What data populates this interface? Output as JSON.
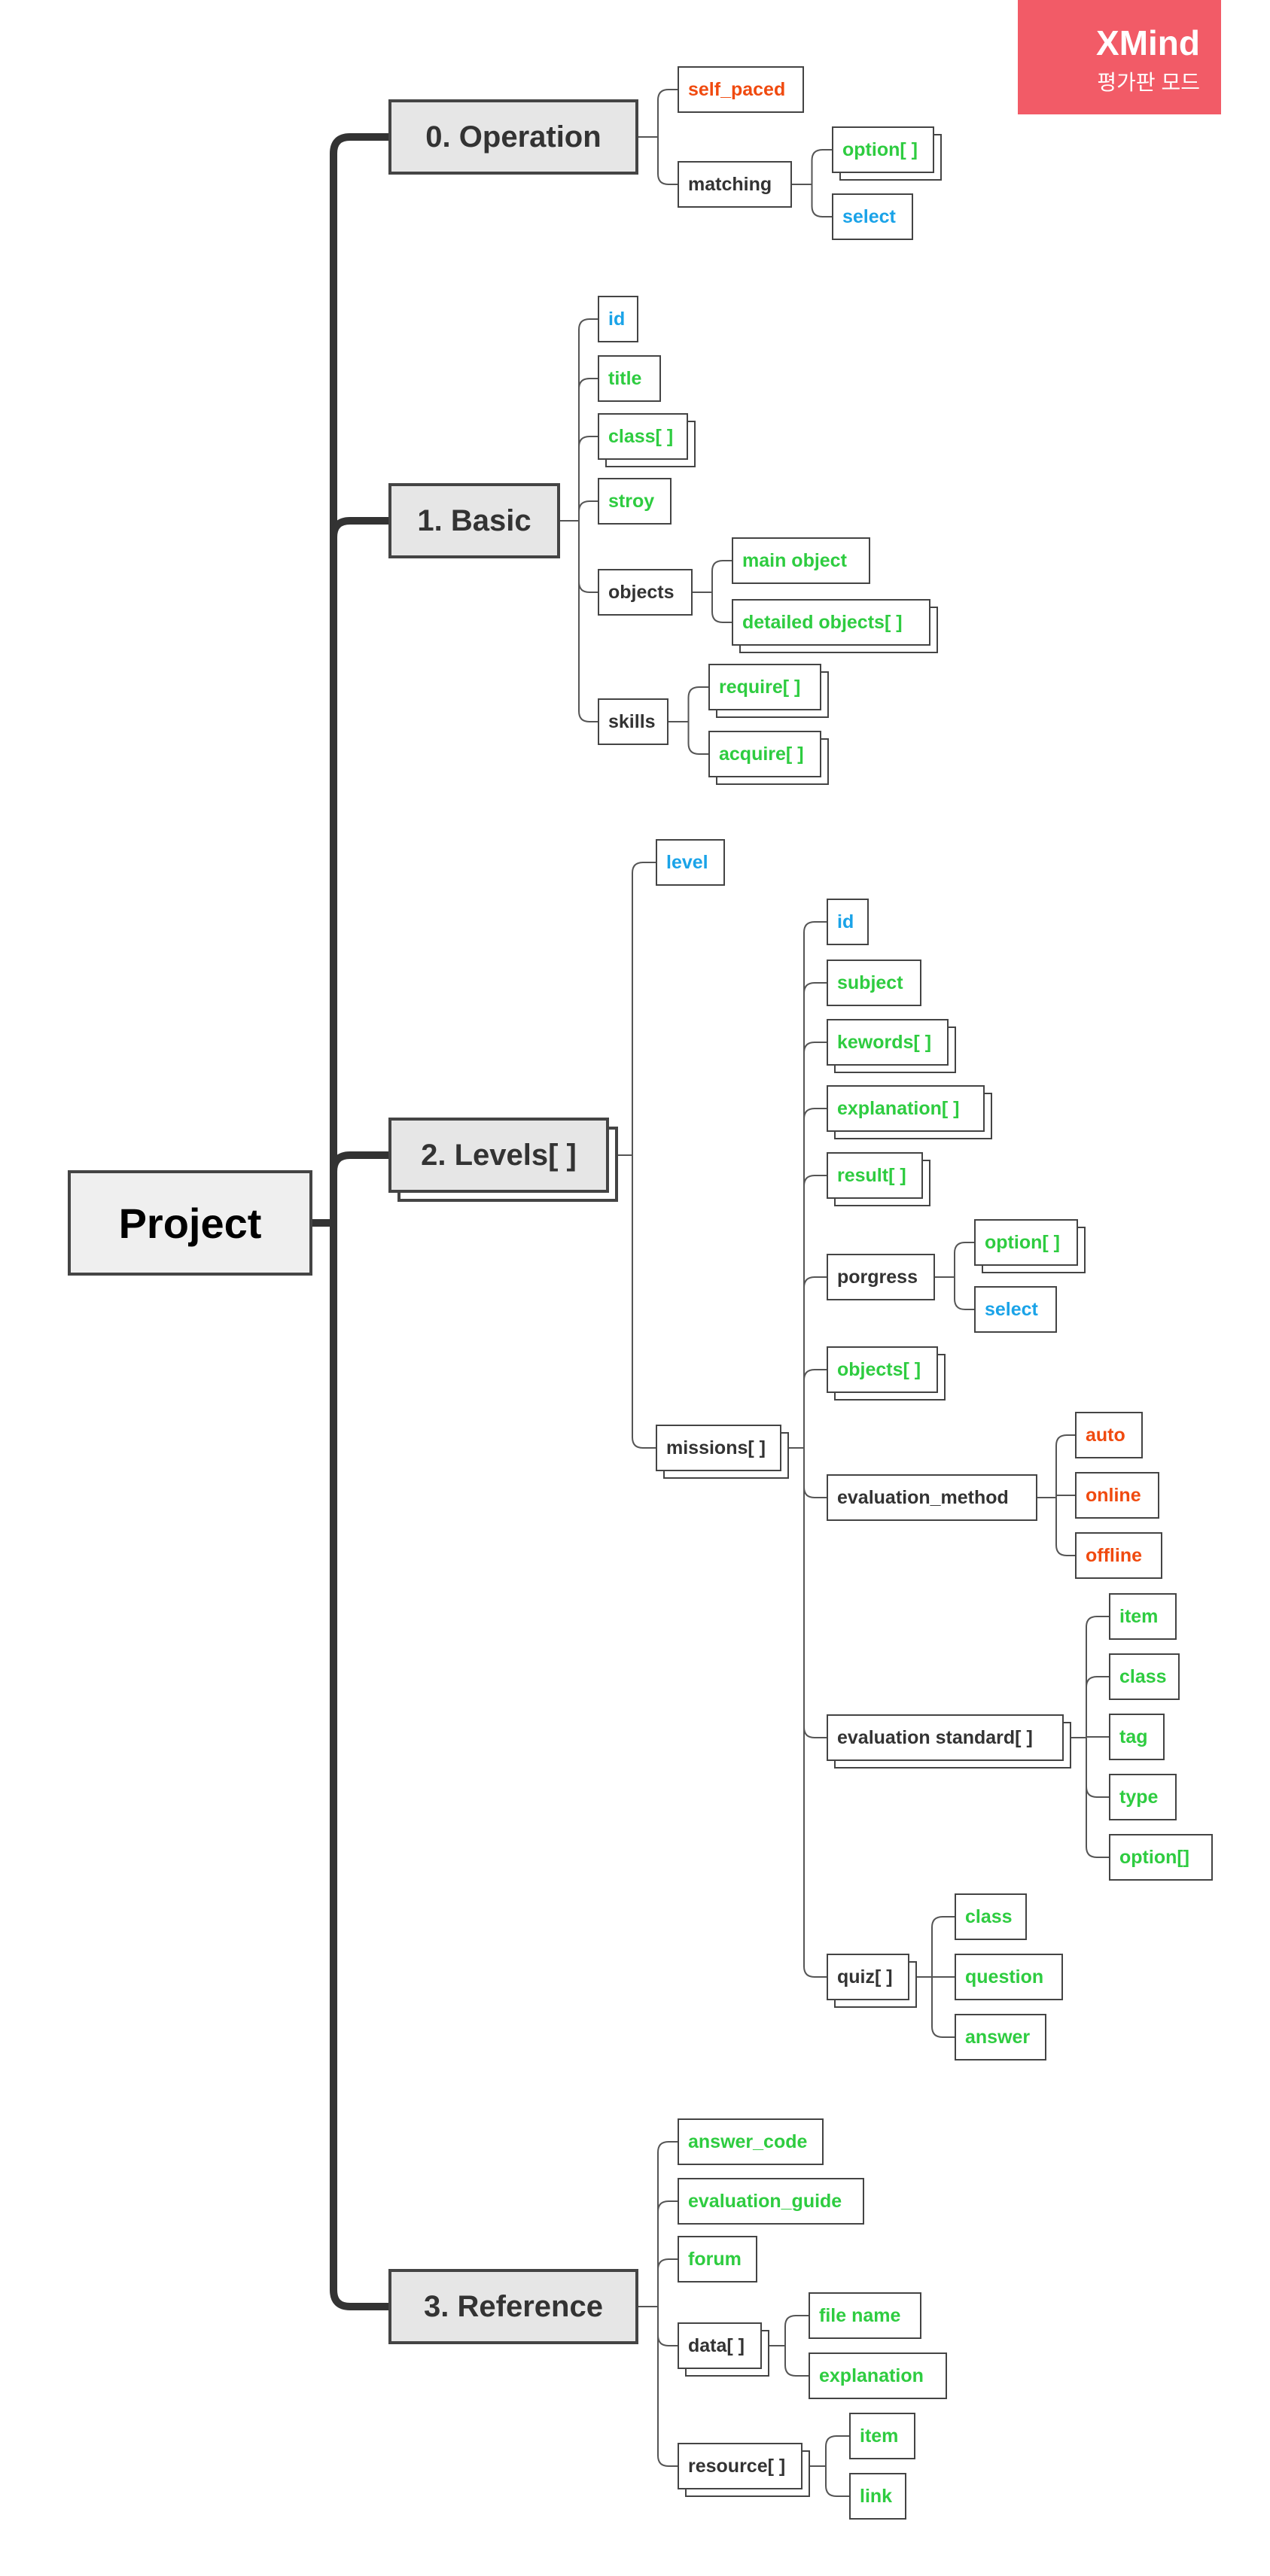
{
  "watermark": {
    "brand": "XMind",
    "mode": "평가판 모드"
  },
  "colors": {
    "green": "#2ecc40",
    "blue": "#1aa3e8",
    "red": "#f04a0f",
    "dark": "#333333",
    "watermark_bg": "#f25b67"
  },
  "root": {
    "label": "Project"
  },
  "branches": [
    {
      "label": "0. Operation",
      "children": [
        {
          "label": "self_paced",
          "color": "red"
        },
        {
          "label": "matching",
          "color": "dark",
          "children": [
            {
              "label": "option[ ]",
              "color": "green"
            },
            {
              "label": "select",
              "color": "blue"
            }
          ]
        }
      ]
    },
    {
      "label": "1. Basic",
      "children": [
        {
          "label": "id",
          "color": "blue"
        },
        {
          "label": "title",
          "color": "green"
        },
        {
          "label": "class[ ]",
          "color": "green"
        },
        {
          "label": "stroy",
          "color": "green"
        },
        {
          "label": "objects",
          "color": "dark",
          "children": [
            {
              "label": "main object",
              "color": "green"
            },
            {
              "label": "detailed objects[ ]",
              "color": "green"
            }
          ]
        },
        {
          "label": "skills",
          "color": "dark",
          "children": [
            {
              "label": "require[ ]",
              "color": "green"
            },
            {
              "label": "acquire[ ]",
              "color": "green"
            }
          ]
        }
      ]
    },
    {
      "label": "2. Levels[ ]",
      "children": [
        {
          "label": "level",
          "color": "blue"
        },
        {
          "label": "missions[ ]",
          "color": "dark",
          "children": [
            {
              "label": "id",
              "color": "blue"
            },
            {
              "label": "subject",
              "color": "green"
            },
            {
              "label": "kewords[ ]",
              "color": "green"
            },
            {
              "label": "explanation[ ]",
              "color": "green"
            },
            {
              "label": "result[ ]",
              "color": "green"
            },
            {
              "label": "porgress",
              "color": "dark",
              "children": [
                {
                  "label": "option[ ]",
                  "color": "green"
                },
                {
                  "label": "select",
                  "color": "blue"
                }
              ]
            },
            {
              "label": "objects[ ]",
              "color": "green"
            },
            {
              "label": "evaluation_method",
              "color": "dark",
              "children": [
                {
                  "label": "auto",
                  "color": "red"
                },
                {
                  "label": "online",
                  "color": "red"
                },
                {
                  "label": "offline",
                  "color": "red"
                }
              ]
            },
            {
              "label": "evaluation standard[ ]",
              "color": "dark",
              "children": [
                {
                  "label": "item",
                  "color": "green"
                },
                {
                  "label": "class",
                  "color": "green"
                },
                {
                  "label": "tag",
                  "color": "green"
                },
                {
                  "label": "type",
                  "color": "green"
                },
                {
                  "label": "option[]",
                  "color": "green"
                }
              ]
            },
            {
              "label": "quiz[ ]",
              "color": "dark",
              "children": [
                {
                  "label": "class",
                  "color": "green"
                },
                {
                  "label": "question",
                  "color": "green"
                },
                {
                  "label": "answer",
                  "color": "green"
                }
              ]
            }
          ]
        }
      ]
    },
    {
      "label": "3. Reference",
      "children": [
        {
          "label": "answer_code",
          "color": "green"
        },
        {
          "label": "evaluation_guide",
          "color": "green"
        },
        {
          "label": "forum",
          "color": "green"
        },
        {
          "label": "data[ ]",
          "color": "dark",
          "children": [
            {
              "label": "file name",
              "color": "green"
            },
            {
              "label": "explanation",
              "color": "green"
            }
          ]
        },
        {
          "label": "resource[ ]",
          "color": "dark",
          "children": [
            {
              "label": "item",
              "color": "green"
            },
            {
              "label": "link",
              "color": "green"
            }
          ]
        }
      ]
    }
  ]
}
